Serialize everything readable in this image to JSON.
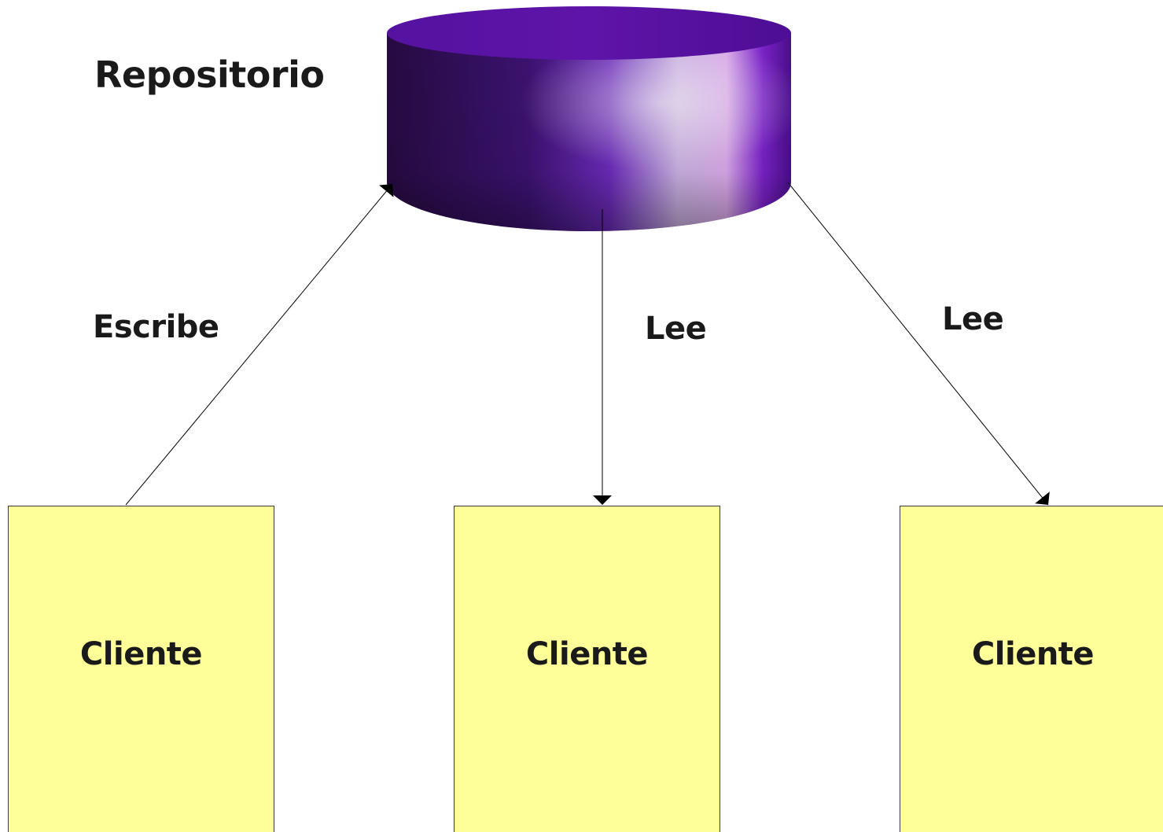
{
  "repository": {
    "label": "Repositorio",
    "colors": {
      "body_dark": "#2a0a45",
      "body_mid": "#5a14a0",
      "highlight": "#f0d8f0",
      "top": "#5a10a0"
    }
  },
  "edges": [
    {
      "label": "Escribe",
      "from": "client-1",
      "to": "repository"
    },
    {
      "label": "Lee",
      "from": "repository",
      "to": "client-2"
    },
    {
      "label": "Lee",
      "from": "repository",
      "to": "client-3"
    }
  ],
  "clients": [
    {
      "label": "Cliente"
    },
    {
      "label": "Cliente"
    },
    {
      "label": "Cliente"
    }
  ],
  "colors": {
    "client_fill": "#ffff99",
    "client_border": "#3a3a3a",
    "edge": "#000000"
  }
}
